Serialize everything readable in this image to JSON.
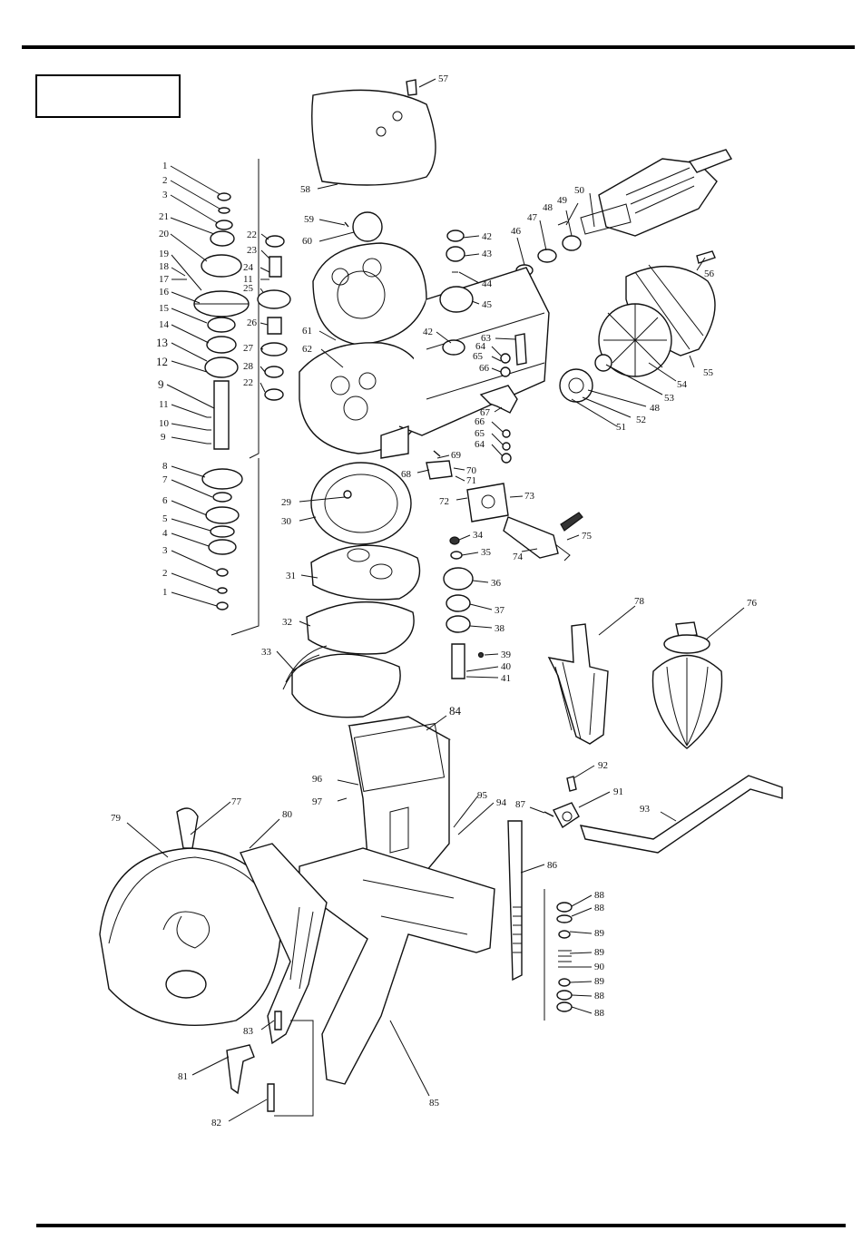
{
  "page": {
    "title_box_text": ""
  },
  "diagram": {
    "labels": {
      "p1a": "1",
      "p2a": "2",
      "p3a": "3",
      "p21": "21",
      "p20": "20",
      "p19": "19",
      "p18": "18",
      "p17": "17",
      "p16": "16",
      "p15": "15",
      "p14": "14",
      "p13": "13",
      "p12": "12",
      "p9a": "9",
      "p11a": "11",
      "p10": "10",
      "p9b": "9",
      "p8": "8",
      "p7": "7",
      "p6": "6",
      "p5": "5",
      "p4": "4",
      "p3b": "3",
      "p2b": "2",
      "p1b": "1",
      "p22a": "22",
      "p23": "23",
      "p24": "24",
      "p11b": "11",
      "p25": "25",
      "p26": "26",
      "p27": "27",
      "p28": "28",
      "p22b": "22",
      "p57": "57",
      "p58": "58",
      "p59": "59",
      "p60": "60",
      "p61": "61",
      "p62": "62",
      "p42a": "42",
      "p43": "43",
      "p44": "44",
      "p45": "45",
      "p42b": "42",
      "p46": "46",
      "p47": "47",
      "p48a": "48",
      "p49": "49",
      "p50": "50",
      "p56": "56",
      "p55": "55",
      "p54": "54",
      "p53": "53",
      "p48b": "48",
      "p52": "52",
      "p51": "51",
      "p63": "63",
      "p64a": "64",
      "p65a": "65",
      "p66a": "66",
      "p67": "67",
      "p66b": "66",
      "p65b": "65",
      "p64b": "64",
      "p69": "69",
      "p70": "70",
      "p71": "71",
      "p68": "68",
      "p72": "72",
      "p73": "73",
      "p74": "74",
      "p75": "75",
      "p29": "29",
      "p30": "30",
      "p31": "31",
      "p32": "32",
      "p33": "33",
      "p34": "34",
      "p35": "35",
      "p36": "36",
      "p37": "37",
      "p38": "38",
      "p39": "39",
      "p40": "40",
      "p41": "41",
      "p78": "78",
      "p76": "76",
      "p84": "84",
      "p96": "96",
      "p97": "97",
      "p95": "95",
      "p94": "94",
      "p92": "92",
      "p91": "91",
      "p93": "93",
      "p87": "87",
      "p86": "86",
      "p88a": "88",
      "p88b": "88",
      "p89a": "89",
      "p89b": "89",
      "p90": "90",
      "p89c": "89",
      "p88c": "88",
      "p88d": "88",
      "p77": "77",
      "p79": "79",
      "p80": "80",
      "p83": "83",
      "p81": "81",
      "p82": "82",
      "p85": "85"
    }
  }
}
